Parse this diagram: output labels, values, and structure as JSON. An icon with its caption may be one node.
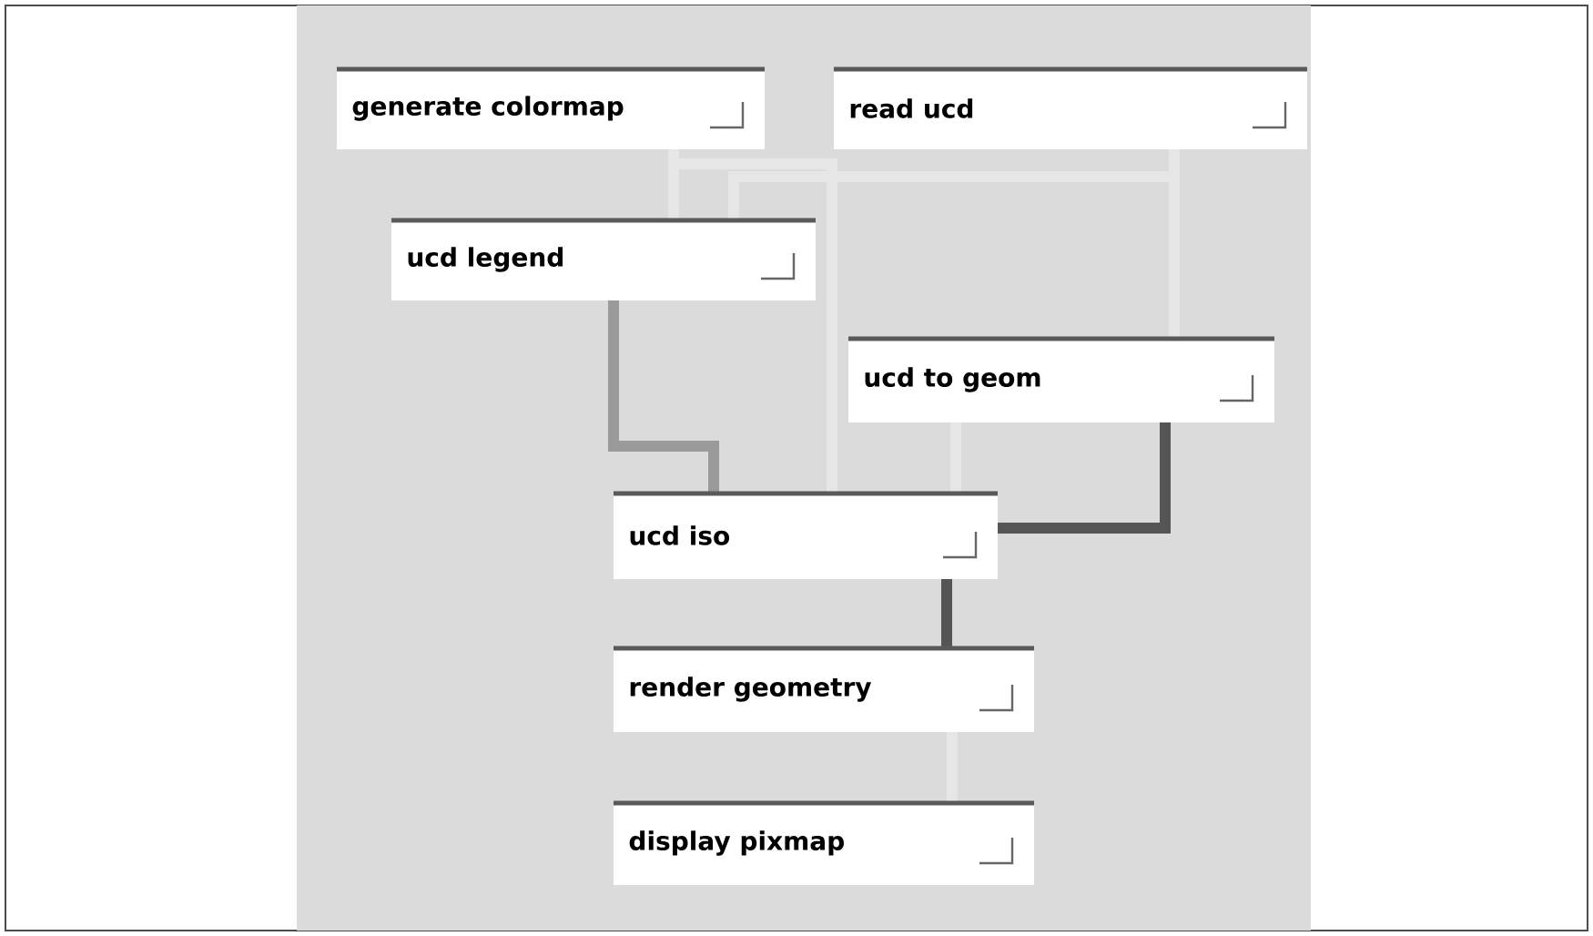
{
  "diagram": {
    "nodes": [
      {
        "text": [
          "generate colormap"
        ]
      },
      {
        "text": [
          "read ucd"
        ]
      },
      {
        "text": [
          "ucd legend"
        ]
      },
      {
        "text": [
          "ucd to geom"
        ]
      },
      {
        "text": [
          "ucd iso"
        ]
      },
      {
        "text": [
          "render geometry"
        ]
      },
      {
        "text": [
          "display pixmap"
        ]
      }
    ],
    "edges": [
      {
        "from": 0,
        "to": 2,
        "arrow": "none"
      },
      {
        "from": 1,
        "to": 2,
        "arrow": "none"
      },
      {
        "from": 1,
        "to": 3,
        "arrow": "none"
      },
      {
        "from": 0,
        "to": 4,
        "arrow": "none"
      },
      {
        "from": 3,
        "to": 4,
        "arrow": "none"
      },
      {
        "from": 2,
        "to": 4,
        "arrow": "none",
        "color": "#9a9a9a"
      },
      {
        "from": 3,
        "to": 4,
        "arrow": "none",
        "color": "#555555"
      },
      {
        "from": 4,
        "to": 5,
        "arrow": "none",
        "color": "#555555"
      },
      {
        "from": 5,
        "to": 6,
        "arrow": "none"
      }
    ]
  }
}
